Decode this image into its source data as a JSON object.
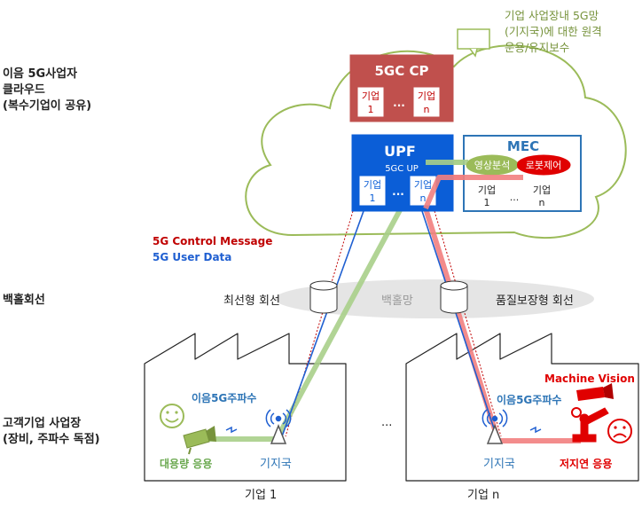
{
  "left_labels": {
    "cloud": [
      "이음 5G사업자",
      "클라우드",
      "(복수기업이 공유)"
    ],
    "backhaul": "백홀회선",
    "customer": [
      "고객기업 사업장",
      "(장비, 주파수 독점)"
    ]
  },
  "callout": [
    "기업 사업장내 5G망",
    "(기지국)에 대한 원격",
    "운용/유지보수"
  ],
  "legend": {
    "control": "5G Control Message",
    "user": "5G User Data"
  },
  "cp": {
    "title": "5GC CP",
    "box1": [
      "기업",
      "1"
    ],
    "ellipsis": "...",
    "box2": [
      "기업",
      "n"
    ]
  },
  "upf": {
    "title": "UPF",
    "subtitle": "5GC UP",
    "box1": [
      "기업",
      "1"
    ],
    "ellipsis": "...",
    "box2": [
      "기업",
      "n"
    ]
  },
  "mec": {
    "title": "MEC",
    "app1": "영상분석",
    "app2": "로봇제어",
    "ent1": [
      "기업",
      "1"
    ],
    "ellipsis": "...",
    "ent2": [
      "기업",
      "n"
    ]
  },
  "backhaul": {
    "best_effort": "최선형 회선",
    "network": "백홀망",
    "qos": "품질보장형 회선"
  },
  "site1": {
    "freq": "이음5G주파수",
    "app": "대용량 응용",
    "bs": "기지국",
    "name": "기업 1"
  },
  "siten": {
    "freq": "이음5G주파수",
    "app": "저지연 응용",
    "bs": "기지국",
    "name": "기업 n",
    "machine_vision": "Machine Vision"
  },
  "middle_ellipsis": "...",
  "colors": {
    "cloud_stroke": "#9bbb59",
    "callout_text": "#77933c",
    "cp_fill": "#c0504d",
    "upf_fill": "#0b5ed7",
    "mec_stroke": "#2e75b6",
    "mec_title": "#2e75b6",
    "control_red": "#c00000",
    "user_blue": "#1f5fd1",
    "green_path": "#a9cf8a",
    "red_path": "#f28080",
    "freq_blue": "#2e75b6",
    "low_latency_red": "#e00000",
    "green_text": "#6aa84f"
  }
}
